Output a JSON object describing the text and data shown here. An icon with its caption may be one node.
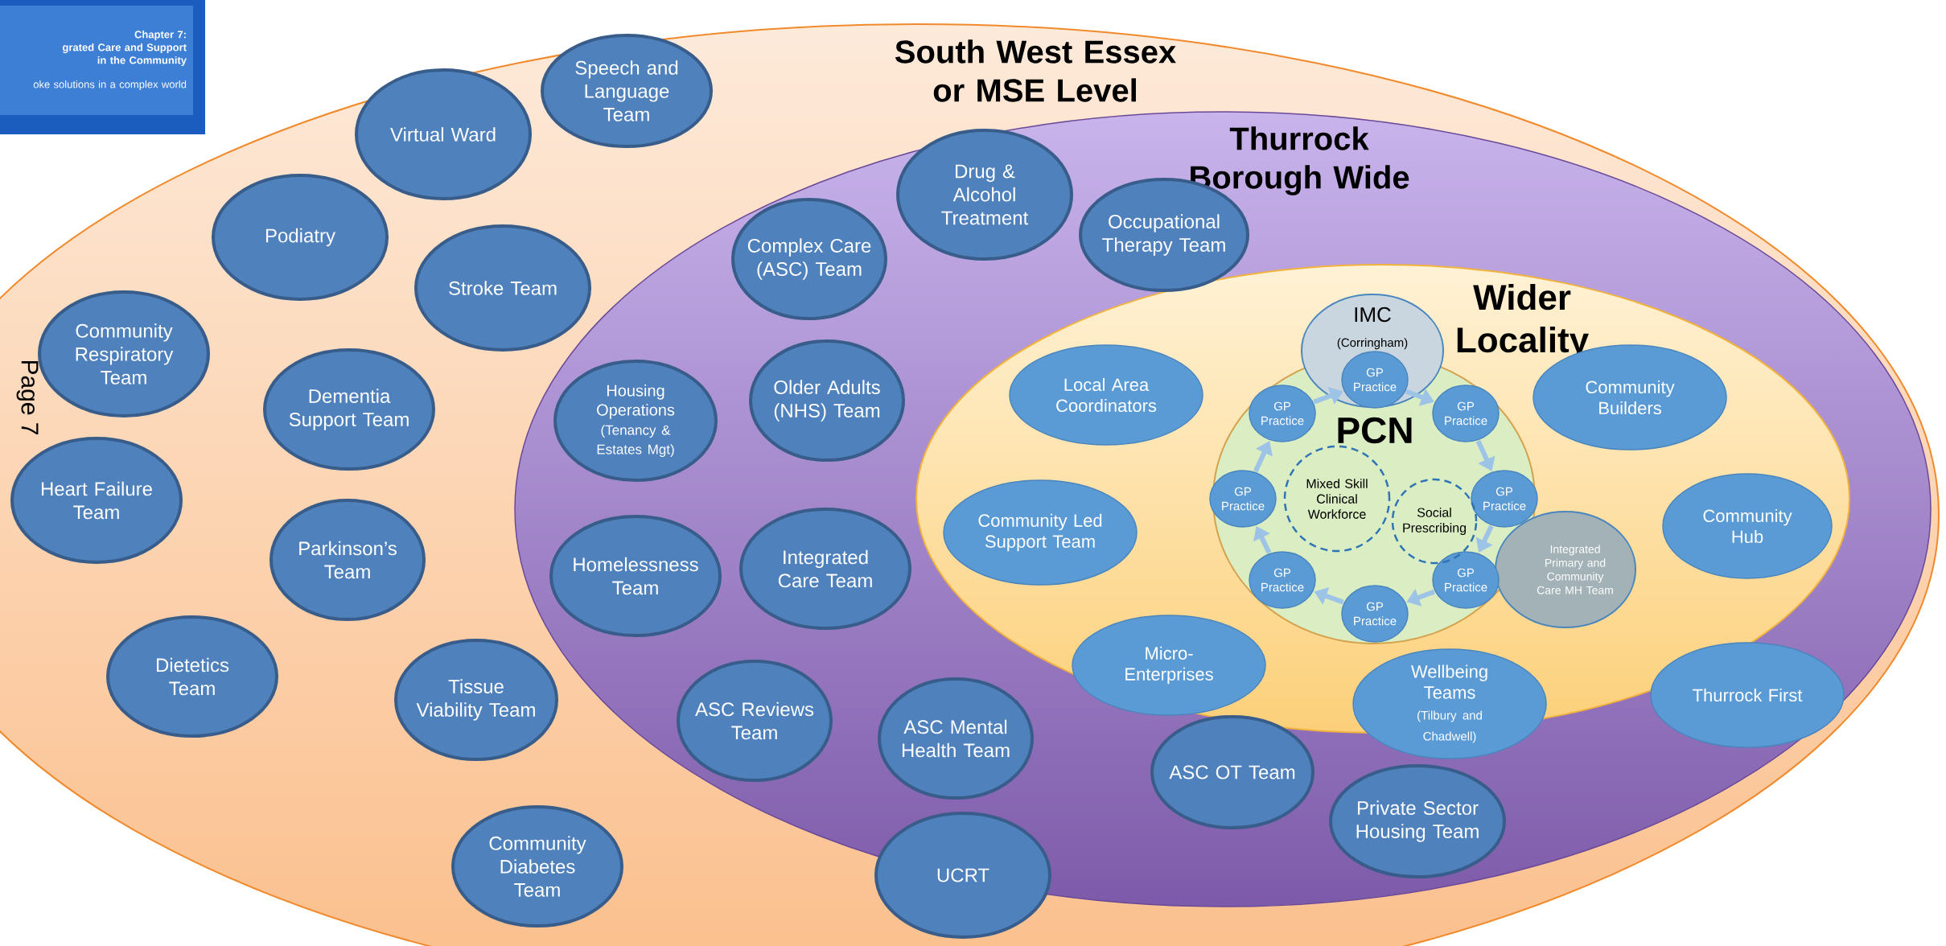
{
  "diagram": {
    "nodes": [
      {
        "text": [
          "Chapter 7:",
          "grated Care and Support in the Community",
          "oke solutions in a complex world"
        ]
      },
      {
        "text": [
          "South West Essex or MSE Level"
        ]
      },
      {
        "text": [
          "Thurrock Borough Wide"
        ],
        "in": 1
      },
      {
        "text": [
          "Wider Locality"
        ],
        "in": 2
      },
      {
        "text": [
          "PCN"
        ],
        "in": 3
      },
      {
        "text": [
          "GP Practice"
        ]
      },
      {
        "text": [
          "GP Practice"
        ],
        "in": 4
      },
      {
        "text": [
          "GP Practice"
        ],
        "in": 4
      },
      {
        "text": [
          "GP Practice"
        ],
        "in": 4
      },
      {
        "text": [
          "GP Practice"
        ],
        "in": 4
      },
      {
        "text": [
          "GP Practice"
        ],
        "in": 4
      },
      {
        "text": [
          "GP Practice"
        ],
        "in": 4
      },
      {
        "text": [
          "GP Practice"
        ],
        "in": 4
      },
      {
        "text": [
          "Mixed Skill Clinical Workforce"
        ],
        "in": 4
      },
      {
        "text": [
          "Social Prescribing"
        ],
        "in": 4
      },
      {
        "text": [
          "IMC",
          "(Corringham)"
        ],
        "in": 3
      },
      {
        "text": [
          "Integrated Primary and Community Care MH Team"
        ],
        "in": 3
      },
      {
        "text": [
          "Local Area Coordinators"
        ],
        "in": 3
      },
      {
        "text": [
          "Community Builders"
        ],
        "in": 3
      },
      {
        "text": [
          "Community Led Support Team"
        ],
        "in": 3
      },
      {
        "text": [
          "Community Hub"
        ],
        "in": 3
      },
      {
        "text": [
          "Micro-Enterprises"
        ],
        "in": 3
      },
      {
        "text": [
          "Wellbeing Teams",
          "(Tilbury and Chadwell)"
        ],
        "in": 3
      },
      {
        "text": [
          "Drug & Alcohol Treatment"
        ],
        "in": 2
      },
      {
        "text": [
          "Occupational Therapy Team"
        ],
        "in": 2
      },
      {
        "text": [
          "Complex Care (ASC) Team"
        ],
        "in": 2
      },
      {
        "text": [
          "Housing Operations",
          "(Tenancy & Estates Mgt)"
        ],
        "in": 2
      },
      {
        "text": [
          "Older Adults (NHS) Team"
        ],
        "in": 2
      },
      {
        "text": [
          "Homelessness Team"
        ],
        "in": 2
      },
      {
        "text": [
          "Integrated Care Team"
        ],
        "in": 2
      },
      {
        "text": [
          "ASC Reviews Team"
        ],
        "in": 2
      },
      {
        "text": [
          "ASC Mental Health Team"
        ],
        "in": 2
      },
      {
        "text": [
          "ASC OT Team"
        ],
        "in": 2
      },
      {
        "text": [
          "Thurrock First"
        ],
        "in": 2
      },
      {
        "text": [
          "Speech and Language Team"
        ],
        "in": 1
      },
      {
        "text": [
          "Virtual Ward"
        ],
        "in": 1
      },
      {
        "text": [
          "Podiatry"
        ],
        "in": 1
      },
      {
        "text": [
          "Stroke Team"
        ],
        "in": 1
      },
      {
        "text": [
          "Community Respiratory Team"
        ],
        "in": 1
      },
      {
        "text": [
          "Dementia Support Team"
        ],
        "in": 1
      },
      {
        "text": [
          "Heart Failure Team"
        ],
        "in": 1
      },
      {
        "text": [
          "Parkinson’s Team"
        ],
        "in": 1
      },
      {
        "text": [
          "Dietetics Team"
        ],
        "in": 1
      },
      {
        "text": [
          "Tissue Viability Team"
        ],
        "in": 1
      },
      {
        "text": [
          "Community Diabetes Team"
        ],
        "in": 1
      },
      {
        "text": [
          "UCRT"
        ],
        "in": 1
      },
      {
        "text": [
          "Private Sector Housing Team"
        ],
        "in": 2
      }
    ],
    "edges": [
      {
        "from": 5,
        "to": 6,
        "arrow": "to"
      },
      {
        "from": 6,
        "to": 7,
        "arrow": "to"
      },
      {
        "from": 7,
        "to": 8,
        "arrow": "to"
      },
      {
        "from": 8,
        "to": 9,
        "arrow": "to"
      },
      {
        "from": 9,
        "to": 10,
        "arrow": "to"
      },
      {
        "from": 10,
        "to": 11,
        "arrow": "to"
      },
      {
        "from": 11,
        "to": 12,
        "arrow": "to"
      },
      {
        "from": 12,
        "to": 5,
        "arrow": "to"
      }
    ],
    "labels": [
      "Page 7"
    ]
  }
}
